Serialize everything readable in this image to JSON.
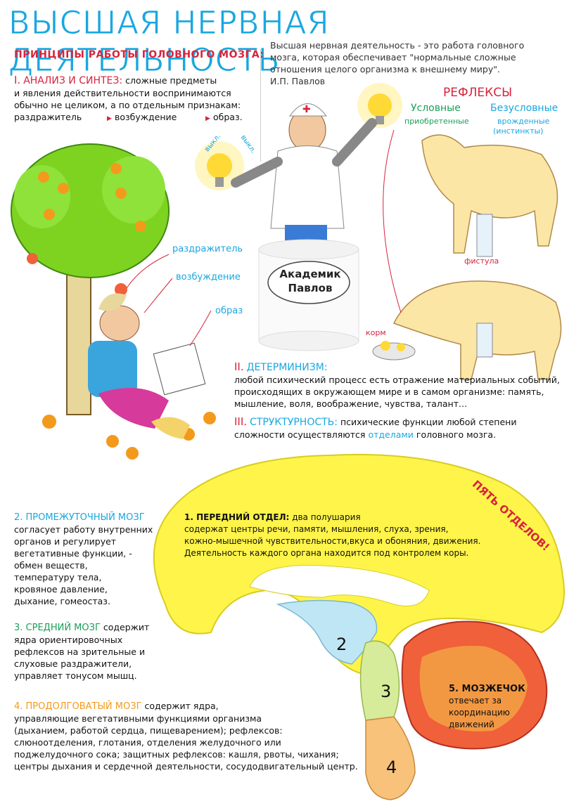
{
  "title": "ВЫСШАЯ НЕРВНАЯ ДЕЯТЕЛЬНОСТЬ",
  "principles_heading": "ПРИНЦИПЫ РАБОТЫ ГОЛОВНОГО МОЗГА:",
  "quote": {
    "text1": "Высшая нервная деятельность - это работа головного",
    "text2": "мозга, которая обеспечивает \"нормальные сложные",
    "text3": "отношения целого организма к внешнему миру\".",
    "author": "И.П. Павлов"
  },
  "principle1": {
    "num": "I.",
    "name": "АНАЛИЗ И СИНТЕЗ:",
    "line1": "сложные предметы",
    "line2": "и явления действительности воспринимаются",
    "line3": "обычно не целиком, а по отдельным признакам:",
    "chain": [
      "раздражитель",
      "возбуждение",
      "образ."
    ]
  },
  "tree_labels": [
    "раздражитель",
    "возбуждение",
    "образ"
  ],
  "bulb_labels": {
    "off": "выкл.",
    "on": "выкл."
  },
  "pavlov": {
    "line1": "Академик",
    "line2": "Павлов"
  },
  "reflexes": {
    "title": "РЕФЛЕКСЫ",
    "conditioned": "Условные",
    "conditioned_sub": "приобретенные",
    "unconditioned": "Безусловные",
    "unconditioned_sub1": "врожденные",
    "unconditioned_sub2": "(инстинкты)",
    "fistula": "фистула",
    "food": "корм"
  },
  "principle2": {
    "num": "II.",
    "name": "ДЕТЕРМИНИЗМ:",
    "line1": "любой психический процесс есть отражение материальных событий,",
    "line2": "происходящих в окружающем мире и в самом организме: память,",
    "line3": "мышление, воля, воображение, чувства, талант..."
  },
  "principle3": {
    "num": "III.",
    "name": "СТРУКТУРНОСТЬ:",
    "line1": "психические функции любой степени",
    "line2a": "сложности осуществляются",
    "line2b": "отделами",
    "line2c": "головного мозга."
  },
  "five_parts": "ПЯТЬ ОТДЕЛОВ!",
  "forebrain": {
    "name": "1. ПЕРЕДНИЙ ОТДЕЛ:",
    "line1": "два полушария",
    "line2": "содержат центры речи, памяти, мышления, слуха, зрения,",
    "line3": "кожно-мышечной чувствительности,вкуса и обоняния, движения.",
    "line4": "Деятельность каждого органа находится под контролем коры."
  },
  "diencephalon": {
    "name": "2. ПРОМЕЖУТОЧНЫЙ МОЗГ",
    "lines": [
      "согласует работу внутренних",
      "органов и регулирует",
      "вегетативные функции, -",
      "обмен веществ,",
      "температуру тела,",
      "кровяное давление,",
      "дыхание, гомеостаз."
    ]
  },
  "midbrain": {
    "name": "3. СРЕДНИЙ МОЗГ",
    "first": "содержит",
    "lines": [
      "ядра ориентировочных",
      "рефлексов на зрительные и",
      "слуховые раздражители,",
      "управляет тонусом мышц."
    ]
  },
  "medulla": {
    "name": "4. ПРОДОЛГОВАТЫЙ МОЗГ",
    "first": "содержит ядра,",
    "lines": [
      "управляющие вегетативными функциями организма",
      "(дыханием, работой сердца, пищеварением); рефлексов:",
      "слюноотделения, глотания, отделения желудочного или",
      "поджелудочного сока; защитных рефлексов: кашля, рвоты, чихания;",
      "центры дыхания и сердечной деятельности, сосудодвигательный центр."
    ]
  },
  "cerebellum": {
    "name": "5. МОЗЖЕЧОК",
    "lines": [
      "отвечает за",
      "координацию",
      "движений"
    ]
  },
  "brain_numbers": [
    "2",
    "3",
    "4"
  ],
  "colors": {
    "title": "#19a7e0",
    "accent_red": "#d7243e",
    "forebrain": "#fff44a",
    "diencephalon": "#bfe6f5",
    "midbrain": "#d6ec9a",
    "medulla": "#f8c27a",
    "cerebellum": "#f0603a"
  }
}
